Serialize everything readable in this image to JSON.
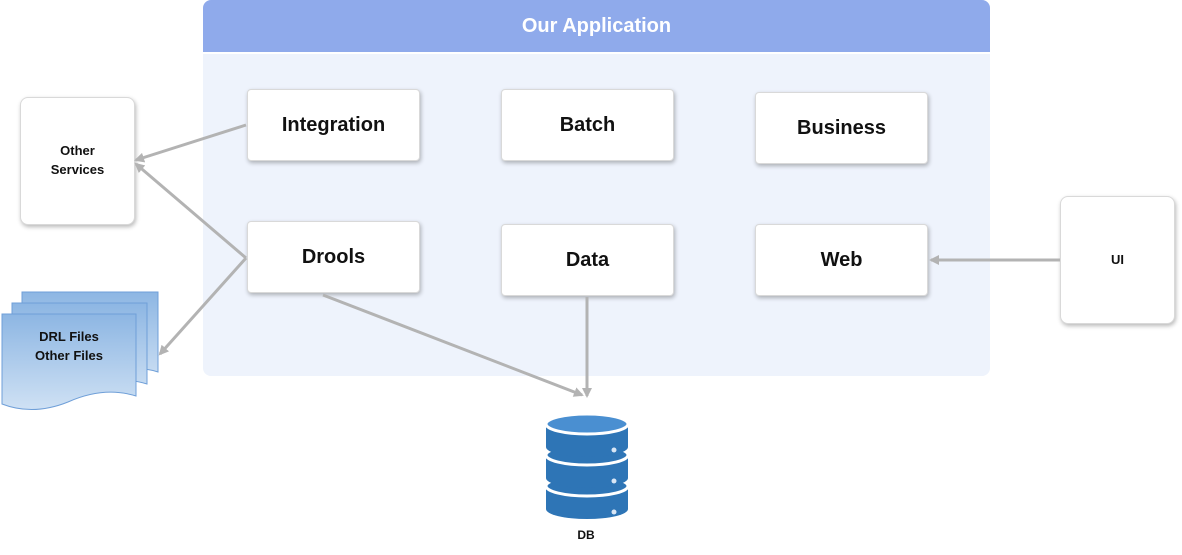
{
  "app": {
    "title": "Our Application",
    "modules": {
      "integration": "Integration",
      "batch": "Batch",
      "business": "Business",
      "drools": "Drools",
      "data": "Data",
      "web": "Web"
    }
  },
  "external": {
    "other_services": [
      "Other",
      "Services"
    ],
    "files": [
      "DRL Files",
      "Other Files"
    ],
    "ui": "UI",
    "db": "DB"
  },
  "colors": {
    "header": "#8faaeb",
    "panel": "#eef3fc",
    "arrow": "#b3b3b3",
    "db_blue": "#2e75b6",
    "file_blue": "#9dc3e6"
  },
  "icons": {
    "database": "database-icon",
    "documents": "document-stack-icon"
  }
}
